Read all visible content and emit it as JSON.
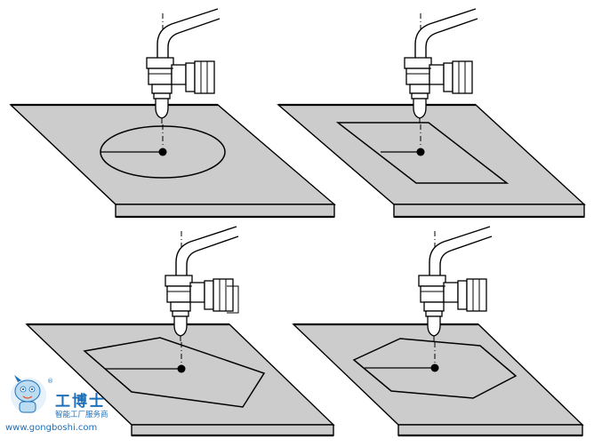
{
  "watermark": {
    "brand": "工博士",
    "tagline": "智能工厂服务商",
    "url": "www.gongboshi.com",
    "registered_mark": "®",
    "color": "#1d6fb8"
  },
  "colors": {
    "plate_fill": "#cccccc",
    "line": "#000000",
    "nozzle_fill": "#ffffff"
  },
  "panels": [
    {
      "id": "top-left",
      "shape": "circle"
    },
    {
      "id": "top-right",
      "shape": "rectangle"
    },
    {
      "id": "bottom-left",
      "shape": "pentagon"
    },
    {
      "id": "bottom-right",
      "shape": "hexagon"
    }
  ]
}
